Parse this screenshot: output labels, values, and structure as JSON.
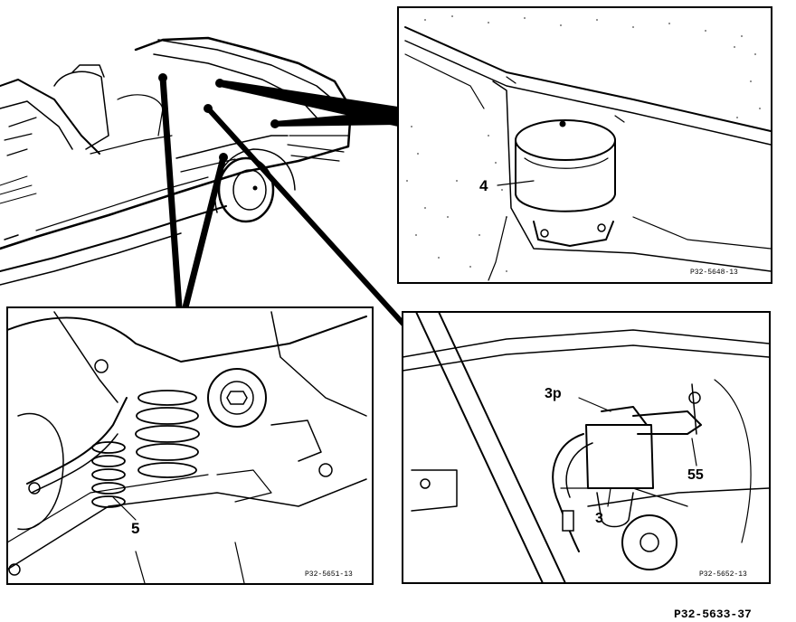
{
  "callouts": {
    "accumulator": "4",
    "strut": "5",
    "valve_port": "3p",
    "valve": "3",
    "level_sensor": "55"
  },
  "figure_codes": {
    "top_right": "P32-5648-13",
    "bottom_left": "P32-5651-13",
    "bottom_right": "P32-5652-13",
    "overall": "P32-5633-37"
  },
  "colors": {
    "ink": "#000000",
    "paper": "#ffffff"
  }
}
